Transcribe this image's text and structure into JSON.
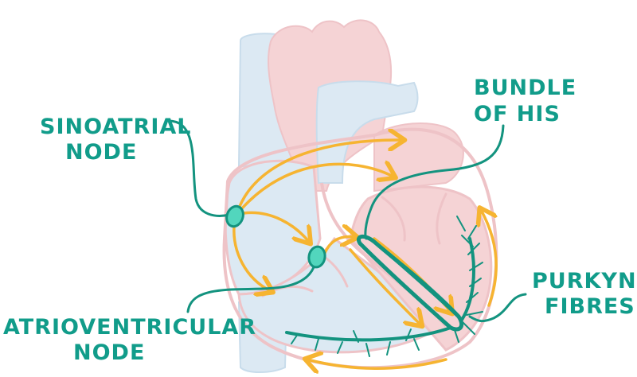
{
  "labels": {
    "sinoatrial": [
      "SINOATRIAL",
      "NODE"
    ],
    "bundle": [
      "BUNDLE",
      "OF HIS"
    ],
    "atrioventricular": [
      "ATRIOVENTRICULAR",
      "NODE"
    ],
    "purkyne": [
      "PURKYNE",
      "FIBRES"
    ]
  },
  "colors": {
    "label": "#119c8a",
    "conduction": "#13937f",
    "node_fill": "#52d6bd",
    "arrow": "#f6b431",
    "vein": "#dce9f3",
    "artery": "#f5d3d5",
    "outline": "#eec3c7"
  }
}
